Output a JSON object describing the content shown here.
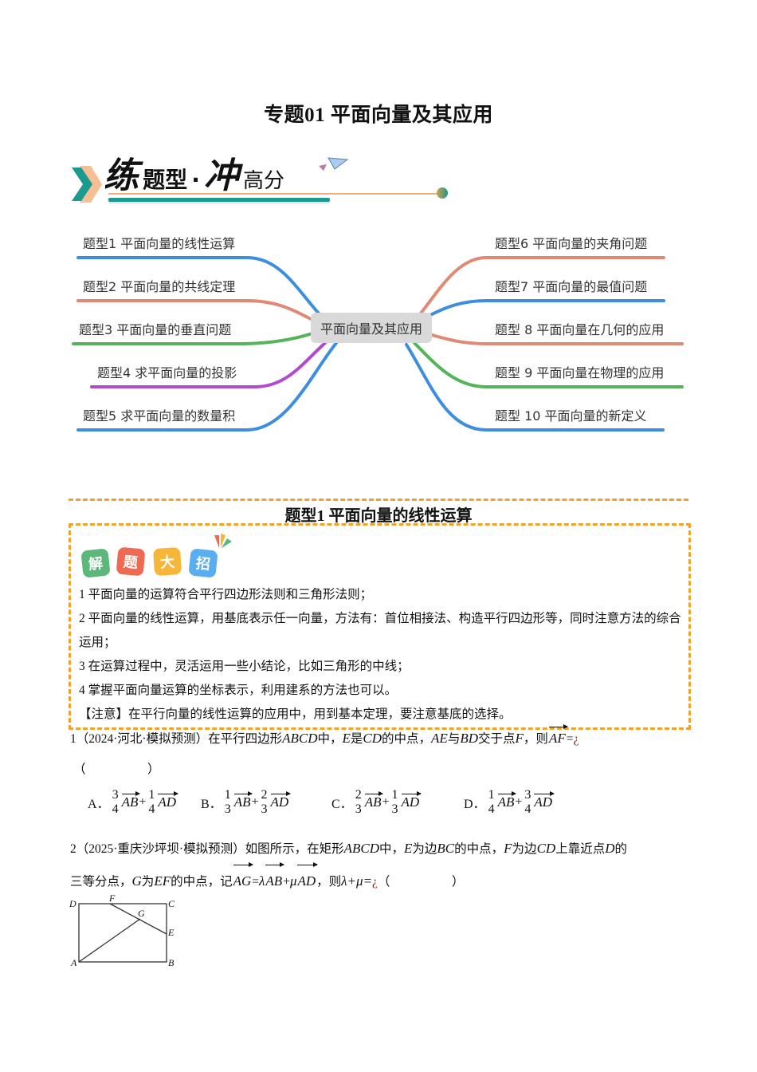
{
  "document": {
    "title": "专题01 平面向量及其应用"
  },
  "banner": {
    "char1": "练",
    "text1": "题型",
    "dot": "·",
    "char2": "冲",
    "text2": "高分",
    "icon": "paper-plane-icon",
    "colors": {
      "teal": "#1b9a8f",
      "peach": "#f3b07f"
    }
  },
  "mindmap": {
    "center": "平面向量及其应用",
    "left_branches": [
      {
        "label": "题型1 平面向量的线性运算",
        "color": "#3d8ee0"
      },
      {
        "label": "题型2 平面向量的共线定理",
        "color": "#e08a75"
      },
      {
        "label": "题型3 平面向量的垂直问题",
        "color": "#55b45a"
      },
      {
        "label": "题型4 求平面向量的投影",
        "color": "#b24ad0"
      },
      {
        "label": "题型5 求平面向量的数量积",
        "color": "#3d8ee0"
      }
    ],
    "right_branches": [
      {
        "label": "题型6 平面向量的夹角问题",
        "color": "#e08a75"
      },
      {
        "label": "题型7 平面向量的最值问题",
        "color": "#3d8ee0"
      },
      {
        "label": "题型 8 平面向量在几何的应用",
        "color": "#e08a75"
      },
      {
        "label": "题型 9 平面向量在物理的应用",
        "color": "#55b45a"
      },
      {
        "label": "题型 10 平面向量的新定义",
        "color": "#3d8ee0"
      }
    ]
  },
  "section1": {
    "title": "题型1 平面向量的线性运算",
    "badges": [
      {
        "char": "解",
        "color": "#5cb87a"
      },
      {
        "char": "题",
        "color": "#ee6a52"
      },
      {
        "char": "大",
        "color": "#f6b63a"
      },
      {
        "char": "招",
        "color": "#5aaef0"
      }
    ],
    "tips": [
      "1 平面向量的运算符合平行四边形法则和三角形法则；",
      "2 平面向量的线性运算，用基底表示任一向量，方法有：首位相接法、构造平行四边形等，同时注意方法的综合运用；",
      "3 在运算过程中，灵活运用一些小结论，比如三角形的中线；",
      "4 掌握平面向量运算的坐标表示，利用建系的方法也可以。",
      "【注意】在平行向量的线性运算的应用中，用到基本定理，要注意基底的选择。"
    ]
  },
  "questions": [
    {
      "number": "1",
      "source": "（2024·河北·模拟预测）",
      "text_a": "在平行四边形",
      "abcd": "ABCD",
      "text_b": "中，",
      "e": "E",
      "text_c": "是",
      "cd": "CD",
      "text_d": "的中点，",
      "ae": "AE",
      "text_e": "与",
      "bd": "BD",
      "text_f": "交于点",
      "f": "F",
      "text_g": "，则",
      "vec_af": "AF",
      "eq": "=",
      "qmark": "¿",
      "paren": "（　　　　　）",
      "options": [
        {
          "letter": "A．",
          "n1": "3",
          "d1": "4",
          "v1": "AB",
          "plus": "+",
          "n2": "1",
          "d2": "4",
          "v2": "AD"
        },
        {
          "letter": "B．",
          "n1": "1",
          "d1": "3",
          "v1": "AB",
          "plus": "+",
          "n2": "2",
          "d2": "3",
          "v2": "AD"
        },
        {
          "letter": "C．",
          "n1": "2",
          "d1": "3",
          "v1": "AB",
          "plus": "+",
          "n2": "1",
          "d2": "3",
          "v2": "AD"
        },
        {
          "letter": "D．",
          "n1": "1",
          "d1": "4",
          "v1": "AB",
          "plus": "+",
          "n2": "3",
          "d2": "4",
          "v2": "AD"
        }
      ]
    },
    {
      "number": "2",
      "source": "（2025·重庆沙坪坝·模拟预测）",
      "text_a": "如图所示，在矩形",
      "abcd": "ABCD",
      "text_b": "中，",
      "e": "E",
      "text_c": "为边",
      "bc": "BC",
      "text_d": "的中点，",
      "f": "F",
      "text_e": "为边",
      "cd": "CD",
      "text_f": "上靠近点",
      "d": "D",
      "text_g": "的",
      "text_h": "三等分点，",
      "g": "G",
      "text_i": "为",
      "ef": "EF",
      "text_j": "的中点，记",
      "vec_ag": "AG",
      "eq": "=",
      "lambda": "λ",
      "vec_ab": "AB",
      "plus": "+",
      "mu": "μ",
      "vec_ad": "AD",
      "text_k": "，则",
      "sum": "λ+μ=",
      "qmark": "¿",
      "paren": "（　　　　　）",
      "figure_labels": {
        "D": "D",
        "F": "F",
        "C": "C",
        "G": "G",
        "E": "E",
        "A": "A",
        "B": "B"
      }
    }
  ]
}
